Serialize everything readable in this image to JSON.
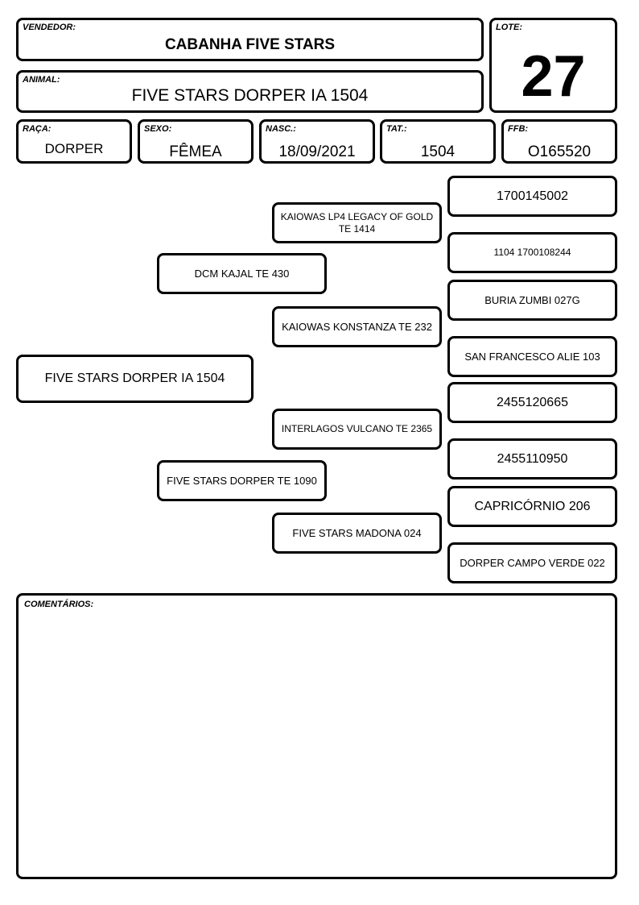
{
  "header": {
    "vendedor_label": "VENDEDOR:",
    "vendedor": "CABANHA FIVE STARS",
    "animal_label": "ANIMAL:",
    "animal": "FIVE STARS DORPER IA 1504",
    "lote_label": "LOTE:",
    "lote": "27"
  },
  "info": {
    "raca_label": "RAÇA:",
    "raca": "DORPER",
    "sexo_label": "SEXO:",
    "sexo": "FÊMEA",
    "nasc_label": "NASC.:",
    "nasc": "18/09/2021",
    "tat_label": "TAT.:",
    "tat": "1504",
    "ffb_label": "FFB:",
    "ffb": "O165520"
  },
  "pedigree": {
    "animal": "FIVE STARS DORPER IA 1504",
    "sire": "DCM KAJAL TE 430",
    "dam": "FIVE STARS DORPER TE 1090",
    "sire_sire": "KAIOWAS LP4 LEGACY OF GOLD TE 1414",
    "sire_dam": "KAIOWAS KONSTANZA TE 232",
    "dam_sire": "INTERLAGOS VULCANO TE 2365",
    "dam_dam": "FIVE STARS MADONA 024",
    "g3": [
      "1700145002",
      "1104 1700108244",
      "BURIA ZUMBI 027G",
      "SAN FRANCESCO ALIE 103",
      "2455120665",
      "2455110950",
      "CAPRICÓRNIO 206",
      "DORPER CAMPO VERDE 022"
    ]
  },
  "comments": {
    "label": "COMENTÁRIOS:"
  }
}
